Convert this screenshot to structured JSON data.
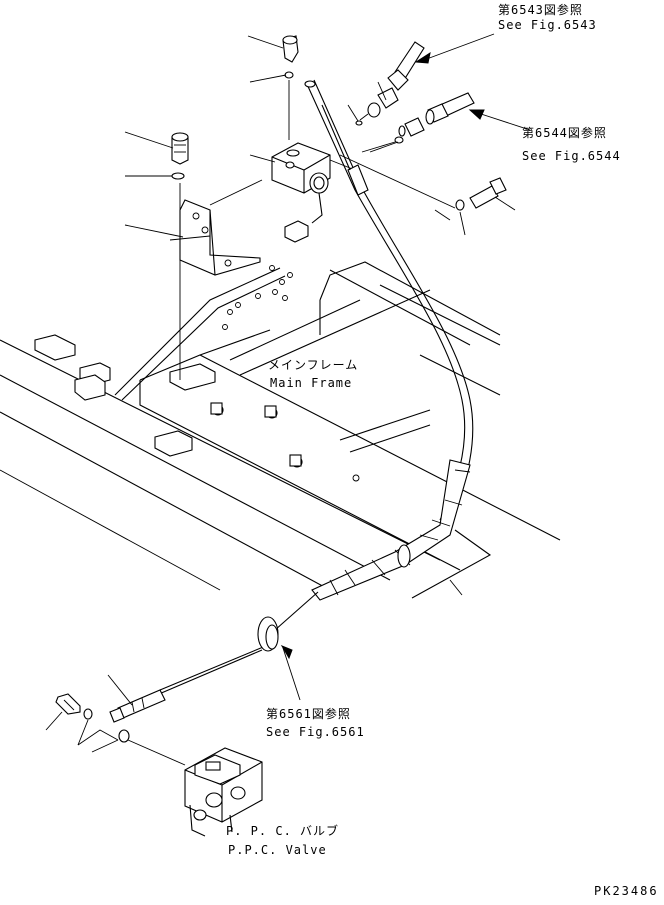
{
  "refs": {
    "fig6543_jp": "第6543図参照",
    "fig6543_en": "See Fig.6543",
    "fig6544_jp": "第6544図参照",
    "fig6544_en": "See Fig.6544",
    "fig6561_jp": "第6561図参照",
    "fig6561_en": "See Fig.6561"
  },
  "labels": {
    "main_frame_jp": "メインフレーム",
    "main_frame_en": "Main Frame",
    "ppc_valve_jp": "P. P. C. バルブ",
    "ppc_valve_en": "P.P.C. Valve"
  },
  "drawing_code": "PK23486"
}
